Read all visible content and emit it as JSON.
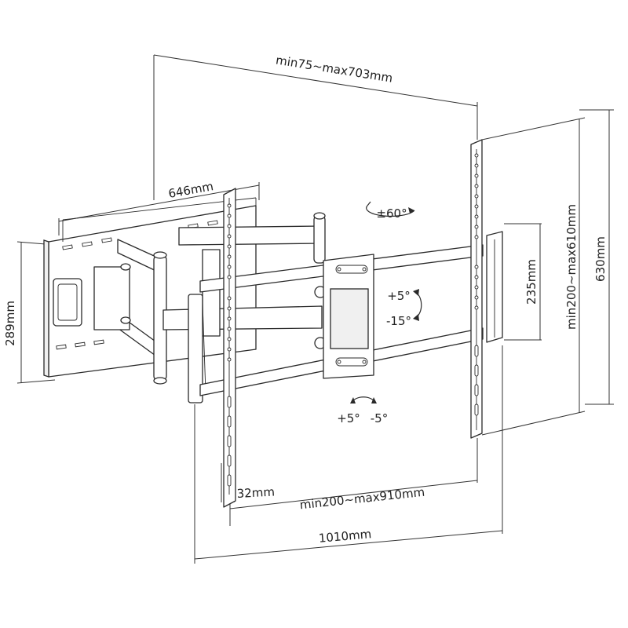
{
  "dimensions": {
    "top_span": "min75~max703mm",
    "wall_plate_width": "646mm",
    "wall_plate_height": "289mm",
    "bracket_height": "235mm",
    "vesa_vertical": "min200~max610mm",
    "total_height": "630mm",
    "rail_width": "32mm",
    "vesa_horizontal": "min200~max910mm",
    "total_width": "1010mm"
  },
  "angles": {
    "swivel": "±60°",
    "tilt_up": "+5°",
    "tilt_down": "-15°",
    "level_plus": "+5°",
    "level_minus": "-5°"
  }
}
